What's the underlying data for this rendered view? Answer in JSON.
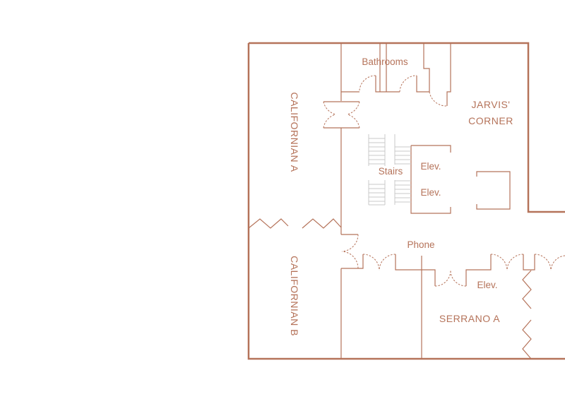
{
  "rooms": {
    "bathrooms": "Bathrooms",
    "jarvis_line1": "JARVIS'",
    "jarvis_line2": "CORNER",
    "californian_a": "CALIFORNIAN A",
    "californian_b": "CALIFORNIAN B",
    "stairs": "Stairs",
    "elev1": "Elev.",
    "elev2": "Elev.",
    "elev3": "Elev.",
    "phone": "Phone",
    "serrano_a": "SERRANO A"
  },
  "colors": {
    "wall": "#b5735a",
    "stairs": "#c9c9c9"
  }
}
